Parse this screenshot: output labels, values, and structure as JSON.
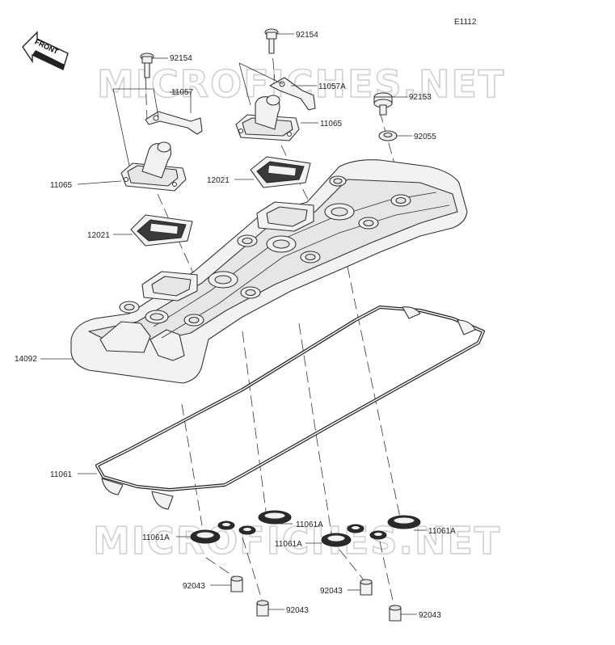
{
  "diagram_id": "E1112",
  "front_label": "FRONT",
  "watermark": "MICROFICHES.NET",
  "part_labels": {
    "bolt_92154_a": "92154",
    "bolt_92154_b": "92154",
    "bracket_11057": "11057",
    "bracket_11057a": "11057A",
    "bolt_92153": "92153",
    "cap_11065_left": "11065",
    "cap_11065_right": "11065",
    "washer_92055": "92055",
    "plate_12021_upper": "12021",
    "plate_12021_lower": "12021",
    "cover_14092": "14092",
    "gasket_11061": "11061",
    "gasket_11061a_1": "11061A",
    "gasket_11061a_2": "11061A",
    "gasket_11061a_3": "11061A",
    "gasket_11061a_4": "11061A",
    "collar_92043_1": "92043",
    "collar_92043_2": "92043",
    "collar_92043_3": "92043",
    "collar_92043_4": "92043"
  }
}
